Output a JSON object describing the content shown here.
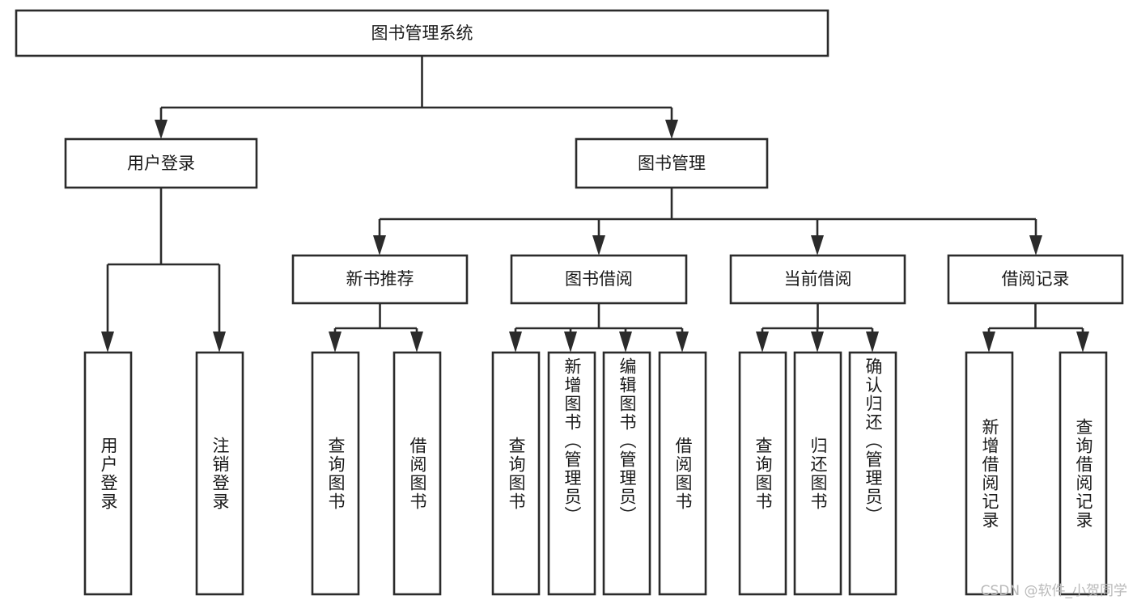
{
  "diagram": {
    "title": "图书管理系统",
    "type": "tree-hierarchy",
    "watermark": "CSDN @软件_小贺同学",
    "colors": {
      "stroke": "#2b2b2b",
      "fill": "#ffffff",
      "text": "#1a1a1a",
      "background": "#ffffff",
      "watermark": "#b9b9b9"
    },
    "root": {
      "label": "图书管理系统"
    },
    "level2": [
      {
        "label": "用户登录"
      },
      {
        "label": "图书管理"
      }
    ],
    "level3": [
      {
        "label": "新书推荐"
      },
      {
        "label": "图书借阅"
      },
      {
        "label": "当前借阅"
      },
      {
        "label": "借阅记录"
      }
    ],
    "leaves": {
      "user_login": [
        {
          "label": "用户登录"
        },
        {
          "label": "注销登录"
        }
      ],
      "new_book_recommend": [
        {
          "label": "查询图书"
        },
        {
          "label": "借阅图书"
        }
      ],
      "book_borrow": [
        {
          "label": "查询图书"
        },
        {
          "label": "新增图书（管理员）"
        },
        {
          "label": "编辑图书（管理员）"
        },
        {
          "label": "借阅图书"
        }
      ],
      "current_borrow": [
        {
          "label": "查询图书"
        },
        {
          "label": "归还图书"
        },
        {
          "label": "确认归还（管理员）"
        }
      ],
      "borrow_record": [
        {
          "label": "新增借阅记录"
        },
        {
          "label": "查询借阅记录"
        }
      ]
    }
  }
}
